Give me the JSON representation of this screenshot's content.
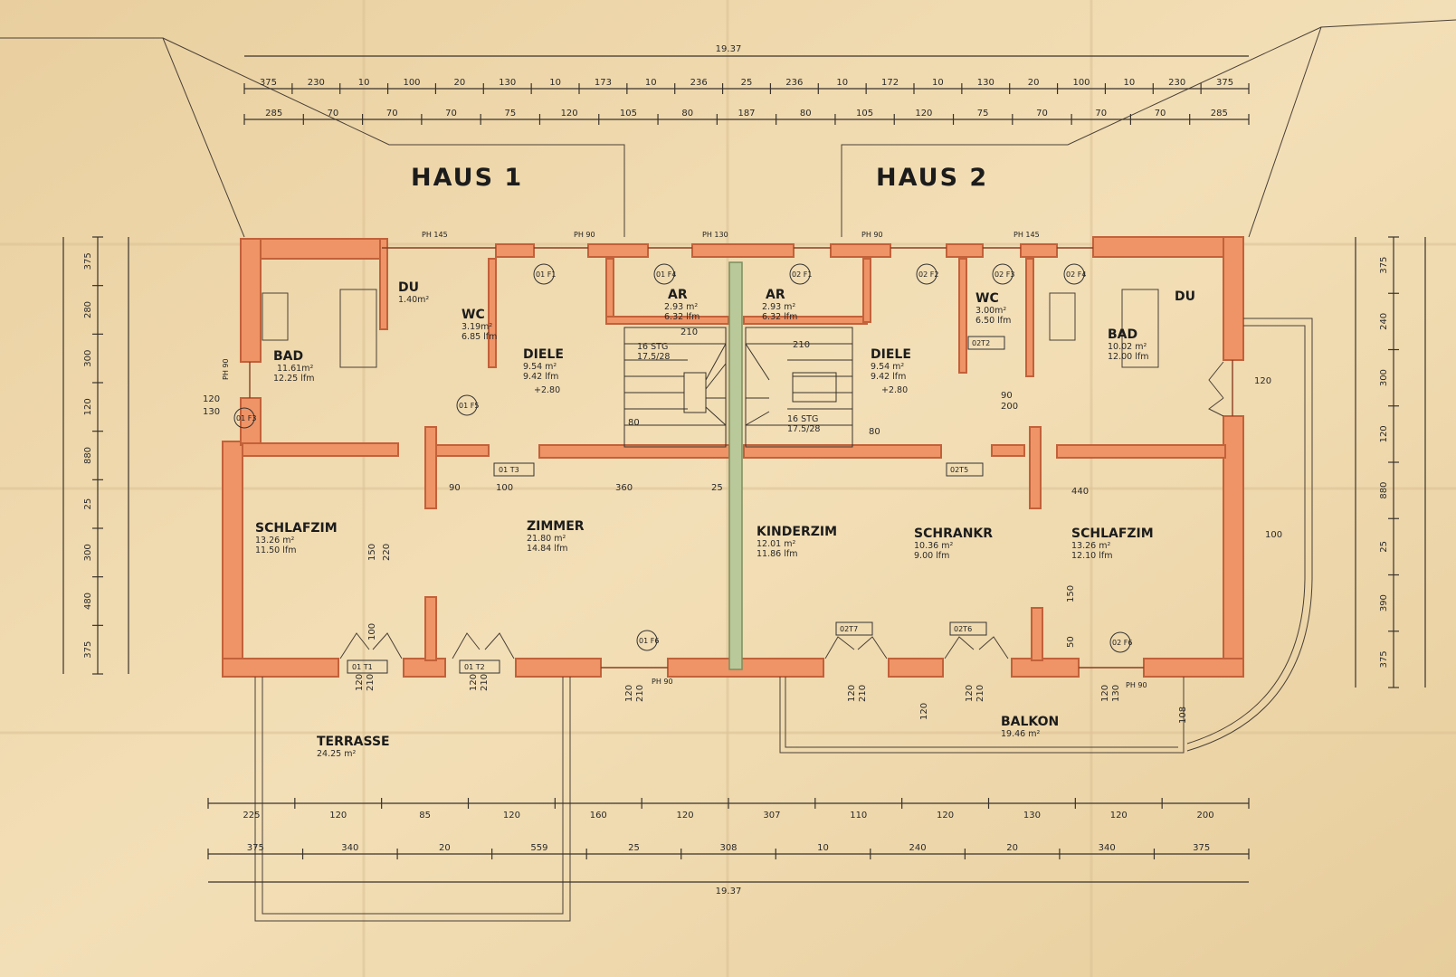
{
  "titles": {
    "haus1": "HAUS 1",
    "haus2": "HAUS 2"
  },
  "overall": {
    "top": "19.37",
    "bottom": "19.37"
  },
  "top_dims_row1": [
    "375",
    "230",
    "10",
    "100",
    "20",
    "130",
    "10",
    "173",
    "10",
    "236",
    "25",
    "236",
    "10",
    "172",
    "10",
    "130",
    "20",
    "100",
    "10",
    "230",
    "375"
  ],
  "top_dims_row2": [
    "285",
    "70",
    "70",
    "70",
    "75",
    "120",
    "105",
    "80",
    "187",
    "80",
    "105",
    "120",
    "75",
    "70",
    "70",
    "70",
    "285"
  ],
  "bottom_dims_row1": [
    "225",
    "120",
    "85",
    "120",
    "160",
    "120",
    "307",
    "110",
    "120",
    "130",
    "120",
    "200"
  ],
  "bottom_dims_row2": [
    "375",
    "340",
    "20",
    "559",
    "25",
    "308",
    "10",
    "240",
    "20",
    "340",
    "375"
  ],
  "left_dims": [
    "375",
    "280",
    "300",
    "120",
    "880",
    "25",
    "300",
    "480",
    "375"
  ],
  "right_dims": [
    "375",
    "240",
    "300",
    "120",
    "880",
    "25",
    "390",
    "375"
  ],
  "rooms": {
    "bad1": {
      "name": "BAD",
      "area": "11.61m²",
      "perimeter": "12.25 lfm"
    },
    "du1": {
      "name": "DU",
      "area": "1.40m²"
    },
    "wc1": {
      "name": "WC",
      "area": "3.19m²",
      "perimeter": "6.85 lfm"
    },
    "diele1": {
      "name": "DIELE",
      "area": "9.54 m²",
      "perimeter": "9.42 lfm",
      "level": "+2.80"
    },
    "ar1": {
      "name": "AR",
      "area": "2.93 m²",
      "perimeter": "6.32 lfm"
    },
    "ar2": {
      "name": "AR",
      "area": "2.93 m²",
      "perimeter": "6.32 lfm"
    },
    "diele2": {
      "name": "DIELE",
      "area": "9.54 m²",
      "perimeter": "9.42 lfm",
      "level": "+2.80"
    },
    "wc2": {
      "name": "WC",
      "area": "3.00m²",
      "perimeter": "6.50 lfm"
    },
    "bad2": {
      "name": "BAD",
      "area": "10.02 m²",
      "perimeter": "12.00 lfm"
    },
    "du2": {
      "name": "DU"
    },
    "schlafzim1": {
      "name": "SCHLAFZIM",
      "area": "13.26 m²",
      "perimeter": "11.50 lfm"
    },
    "zimmer": {
      "name": "ZIMMER",
      "area": "21.80 m²",
      "perimeter": "14.84 lfm"
    },
    "kinderzim": {
      "name": "KINDERZIM",
      "area": "12.01 m²",
      "perimeter": "11.86 lfm"
    },
    "schrankr": {
      "name": "SCHRANKR",
      "area": "10.36 m²",
      "perimeter": "9.00 lfm"
    },
    "schlafzim2": {
      "name": "SCHLAFZIM",
      "area": "13.26 m²",
      "perimeter": "12.10 lfm"
    },
    "terrasse": {
      "name": "TERRASSE",
      "area": "24.25 m²"
    },
    "balkon": {
      "name": "BALKON",
      "area": "19.46 m²"
    }
  },
  "stairs": {
    "s1": {
      "label1": "16 STG",
      "label2": "17.5/28"
    },
    "s2": {
      "label1": "16 STG",
      "label2": "17.5/28"
    }
  },
  "tags": {
    "o1t1": "01 T1",
    "o1t2": "01 T2",
    "o1t3": "01 T3",
    "o2t5": "02T5",
    "o2t6": "02T6",
    "o2t7": "02T7",
    "o2t2": "02T2",
    "o1f1": "01 F1",
    "o1f3": "01 F3",
    "o1f4": "01 F4",
    "o1f5": "01 F5",
    "o1f6": "01 F6",
    "o2f1": "02 F1",
    "o2f2": "02 F2",
    "o2f3": "02 F3",
    "o2f4": "02 F4",
    "o2f6": "02 F6"
  },
  "annotations": {
    "ph145a": "PH 145",
    "ph90a": "PH 90",
    "ph130": "PH 130",
    "ph90b": "PH 90",
    "ph145b": "PH 145",
    "ph90left": "PH 90",
    "ph90bot1": "PH 90",
    "ph90bot2": "PH 90",
    "d120_130": "120",
    "d130": "130",
    "d120r": "120",
    "d100r": "100",
    "d90_200a": "90",
    "d90_200b": "200",
    "d90": "90",
    "d100": "100",
    "d360": "360",
    "d25": "25",
    "d440": "440",
    "d210a": "210",
    "d210b": "210",
    "d80a": "80",
    "d80b": "80",
    "d120a": "120",
    "d210c": "210",
    "d120b": "120",
    "d210d": "210",
    "d120c": "120",
    "d210e": "210",
    "d120d": "120",
    "d210f": "210",
    "d120e": "120",
    "d210g": "210",
    "d120f": "120",
    "d130b": "130",
    "d150a": "150",
    "d220": "220",
    "d100b": "100",
    "d150b": "150",
    "d50": "50",
    "d120bal": "120",
    "d108": "108"
  },
  "colors": {
    "paper": "#efd9ad",
    "wall": "#ef9466",
    "party_wall": "#b9c99a",
    "ink": "#222222"
  }
}
